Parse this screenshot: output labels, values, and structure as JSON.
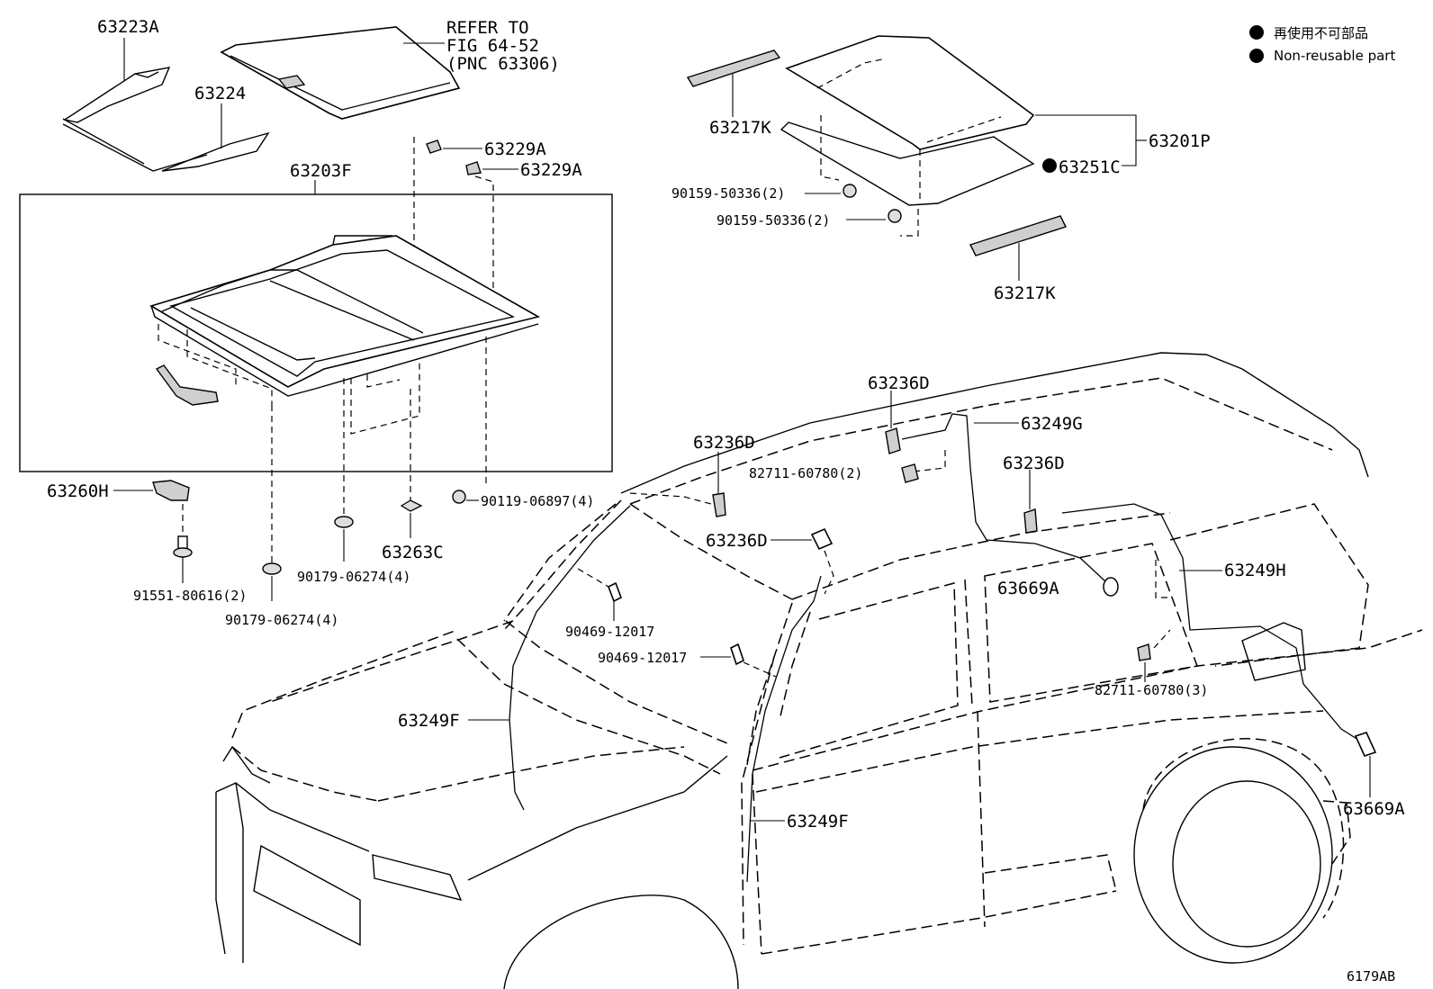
{
  "legend": {
    "line1": "再使用不可部品",
    "line2": "Non-reusable part"
  },
  "reference": {
    "line1": "REFER TO",
    "line2": "FIG 64-52",
    "line3": "(PNC 63306)"
  },
  "figure_code": "6179AB",
  "labels": {
    "l63223A": "63223A",
    "l63224": "63224",
    "l63203F": "63203F",
    "l63229A_1": "63229A",
    "l63229A_2": "63229A",
    "l63260H": "63260H",
    "l91551": "91551-80616(2)",
    "l90179_a": "90179-06274(4)",
    "l90179_b": "90179-06274(4)",
    "l63263C": "63263C",
    "l90119": "90119-06897(4)",
    "l63217K_1": "63217K",
    "l63217K_2": "63217K",
    "l63201P": "63201P",
    "l63251C": "63251C",
    "l90159_a": "90159-50336(2)",
    "l90159_b": "90159-50336(2)",
    "l63236D_1": "63236D",
    "l63236D_2": "63236D",
    "l63236D_3": "63236D",
    "l63236D_4": "63236D",
    "l63249G": "63249G",
    "l82711_a": "82711-60780(2)",
    "l82711_b": "82711-60780(3)",
    "l63669A_1": "63669A",
    "l63669A_2": "63669A",
    "l63249H": "63249H",
    "l90469_a": "90469-12017",
    "l90469_b": "90469-12017",
    "l63249F_1": "63249F",
    "l63249F_2": "63249F"
  }
}
